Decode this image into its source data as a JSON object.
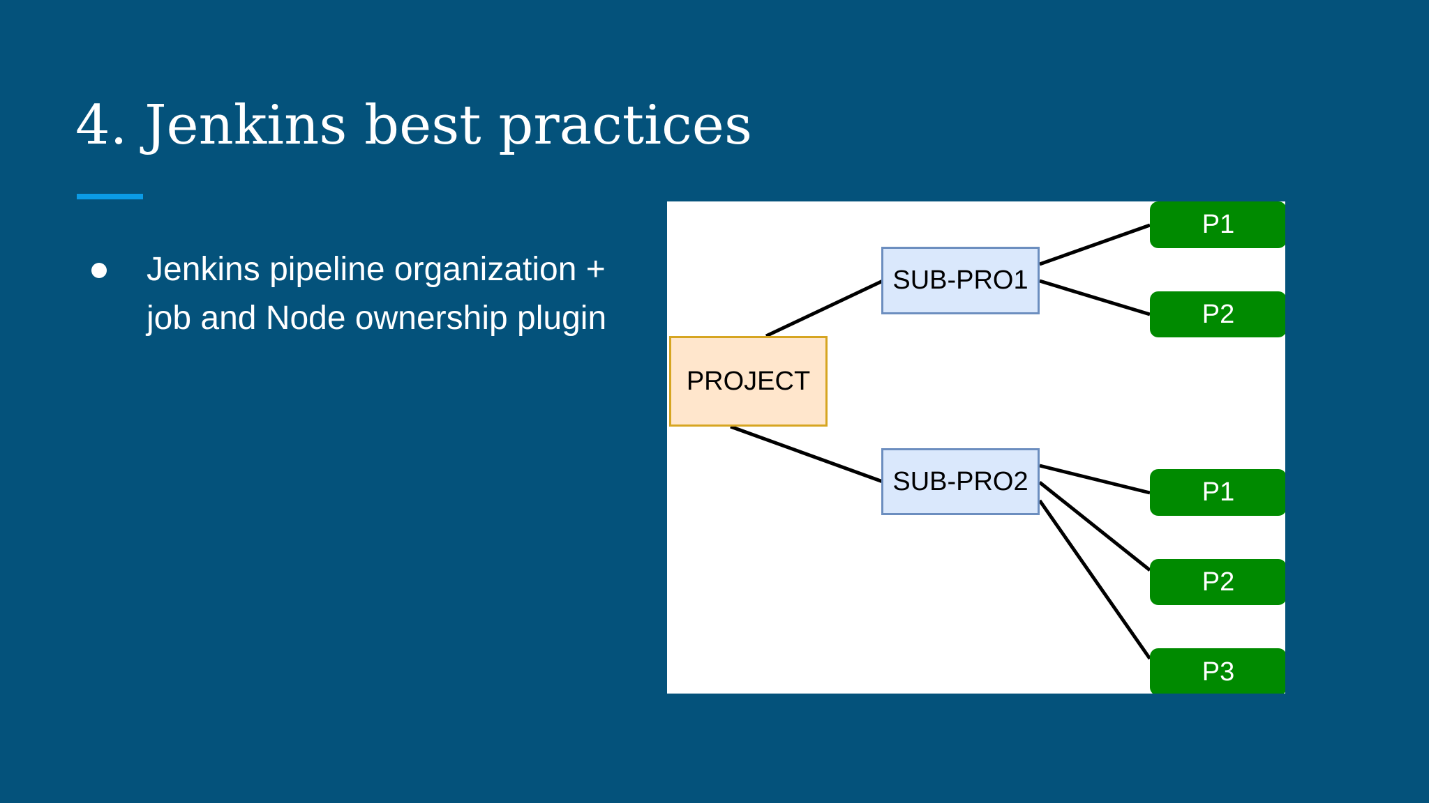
{
  "slide": {
    "title": "4. Jenkins best practices",
    "accent_color": "#0b9be6",
    "background_color": "#04527b",
    "bullets": [
      {
        "lines": [
          "Jenkins pipeline organization +",
          "job and Node ownership plugin"
        ]
      }
    ]
  },
  "diagram": {
    "root": {
      "label": "PROJECT",
      "fill": "#ffe6cc",
      "stroke": "#d6a521"
    },
    "subprojects": [
      {
        "label": "SUB-PRO1",
        "fill": "#dae8fc",
        "stroke": "#6c8ebf",
        "children": [
          {
            "label": "P1"
          },
          {
            "label": "P2"
          }
        ]
      },
      {
        "label": "SUB-PRO2",
        "fill": "#dae8fc",
        "stroke": "#6c8ebf",
        "children": [
          {
            "label": "P1"
          },
          {
            "label": "P2"
          },
          {
            "label": "P3"
          }
        ]
      }
    ],
    "leaf_fill": "#008a00",
    "edge_color": "#000000"
  }
}
